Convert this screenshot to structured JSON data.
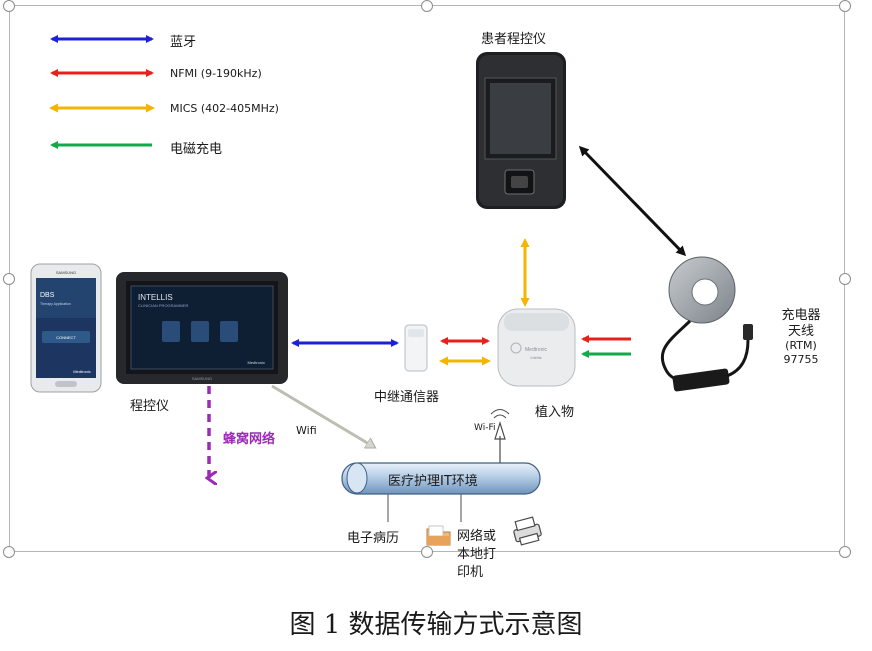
{
  "legend": [
    {
      "label": "蓝牙",
      "color": "#1b22d6"
    },
    {
      "label": "NFMI (9-190kHz)",
      "color": "#e8201c"
    },
    {
      "label": "MICS (402-405MHz)",
      "color": "#f5b400"
    },
    {
      "label": "电磁充电",
      "color": "#13a84a"
    }
  ],
  "devices": {
    "patient_programmer": "患者程控仪",
    "programmer": "程控仪",
    "relay": "中继通信器",
    "implant": "植入物",
    "charger": [
      "充电器",
      "天线",
      "(RTM)",
      "97755"
    ]
  },
  "network": {
    "cellular": "蜂窝网络",
    "wifi": "Wifi",
    "wifi_icon": "Wi-Fi",
    "it_env": "医疗护理IT环境",
    "emr": "电子病历",
    "printer": [
      "网络或",
      "本地打",
      "印机"
    ]
  },
  "screens": {
    "phone_title": "DBS",
    "phone_sub": "Therapy Application",
    "phone_btn": "CONNECT",
    "phone_brand": "Medtronic",
    "tablet_title": "INTELLIS",
    "tablet_sub": "CLINICIAN PROGRAMMER",
    "tablet_brand": "Medtronic",
    "tablet_maker": "SAMSUNG",
    "phone_maker": "SAMSUNG",
    "implant_brand": "Medtronic",
    "implant_model": "Intellis"
  },
  "caption": "图 1  数据传输方式示意图",
  "colors": {
    "bluetooth": "#1b22d6",
    "nfmi": "#e8201c",
    "mics": "#f5b400",
    "charge": "#13a84a",
    "cellular": "#9b2bb5",
    "wifi": "#bdbdb2"
  }
}
